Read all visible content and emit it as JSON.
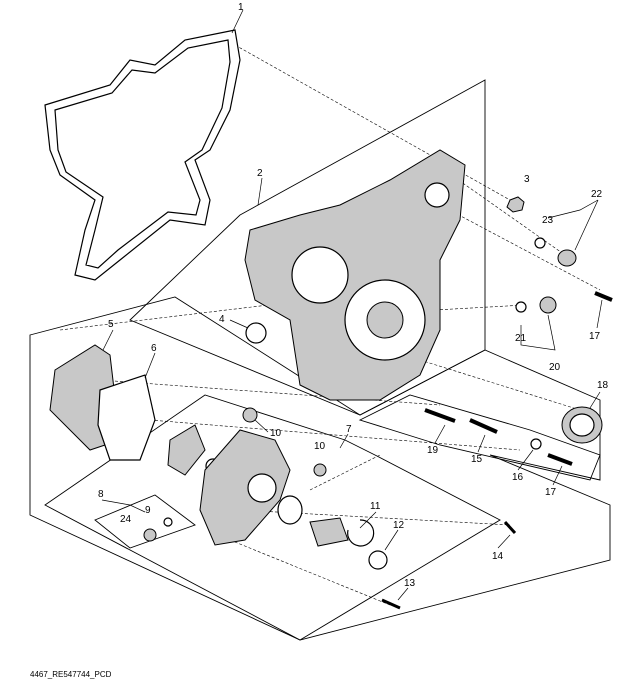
{
  "callouts": {
    "c1": "1",
    "c2": "2",
    "c3": "3",
    "c4": "4",
    "c5": "5",
    "c6": "6",
    "c7": "7",
    "c8": "8",
    "c9": "9",
    "c10a": "10",
    "c10b": "10",
    "c11": "11",
    "c12": "12",
    "c13": "13",
    "c14": "14",
    "c15": "15",
    "c16": "16",
    "c17a": "17",
    "c17b": "17",
    "c18": "18",
    "c19": "19",
    "c20": "20",
    "c21": "21",
    "c22": "22",
    "c23": "23",
    "c24": "24"
  },
  "footer": "4467_RE547744_PCD"
}
